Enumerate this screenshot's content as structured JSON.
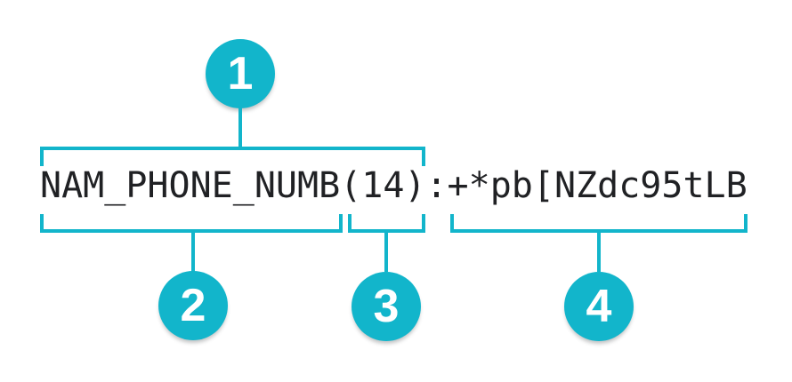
{
  "diagram": {
    "token": {
      "text": "NAM_PHONE_NUMB(14):+*pb[NZdc95tLB"
    },
    "markers": [
      {
        "label": "1",
        "segment": "NAM_PHONE_NUMB(14)"
      },
      {
        "label": "2",
        "segment": "NAM_PHONE_NUMB"
      },
      {
        "label": "3",
        "segment": "(14)"
      },
      {
        "label": "4",
        "segment": "+*pb[NZdc95tLB"
      }
    ],
    "colors": {
      "accent": "#12b5cb",
      "text": "#202124",
      "marker_label": "#ffffff",
      "background": "#ffffff"
    }
  }
}
